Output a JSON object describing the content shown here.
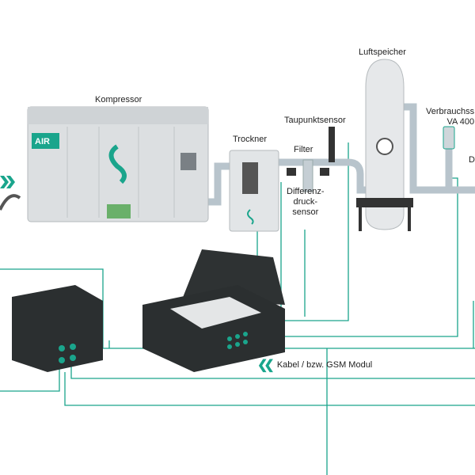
{
  "labels": {
    "compressor": "Kompressor",
    "dryer": "Trockner",
    "filter": "Filter",
    "dewpoint_sensor": "Taupunktsensor",
    "air_receiver": "Luftspeicher",
    "flow_sensor_line1": "Verbrauchss",
    "flow_sensor_line2": "VA 400",
    "cut_label": "D",
    "diff_pressure_line1": "Differenz-",
    "diff_pressure_line2": "druck-",
    "diff_pressure_line3": "sensor",
    "cable": "Kabel / bzw. GSM Modul"
  },
  "logos": {
    "compressor_badge": "AIR"
  },
  "colors": {
    "accent": "#1aa58c",
    "pipe": "#b8c4cc",
    "housing": "#dcdfe1",
    "case": "#2b2f30"
  },
  "icons": [
    "double-chevron-right-icon",
    "double-chevron-left-icon",
    "pressure-gauge-icon"
  ]
}
